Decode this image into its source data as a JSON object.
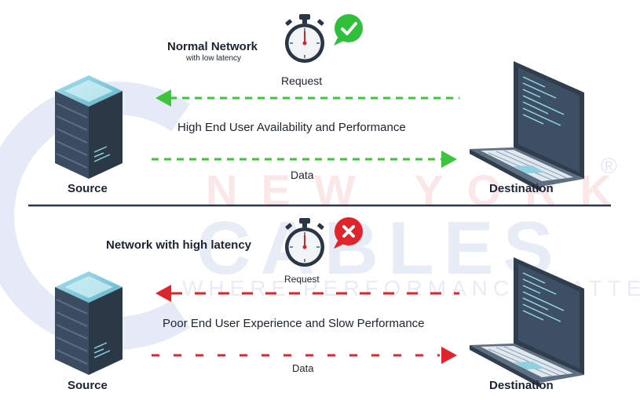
{
  "watermark": {
    "text_top": "NEW YORK",
    "text_main": "CABLES",
    "tagline": "WHERE PERFORMANCE MATTERS",
    "registered_mark": "®"
  },
  "top_panel": {
    "title": "Normal Network",
    "subtitle": "with low latency",
    "status_icon": "check-circle-icon",
    "status_color": "#2fbf3b",
    "request_label": "Request",
    "middle_label": "High End User Availability and Performance",
    "data_label": "Data",
    "source_label": "Source",
    "destination_label": "Destination",
    "arrow_color": "#3cc63a"
  },
  "bottom_panel": {
    "title": "Network with high latency",
    "status_icon": "x-circle-icon",
    "status_color": "#e0242c",
    "request_label": "Request",
    "middle_label": "Poor End User Experience and Slow Performance",
    "data_label": "Data",
    "source_label": "Source",
    "destination_label": "Destination",
    "arrow_color": "#e0242c"
  },
  "colors": {
    "divider": "#2a3545",
    "server_dark": "#3a4a5c",
    "laptop_dark": "#2f3d4d",
    "accent_teal": "#8fd0e0"
  }
}
